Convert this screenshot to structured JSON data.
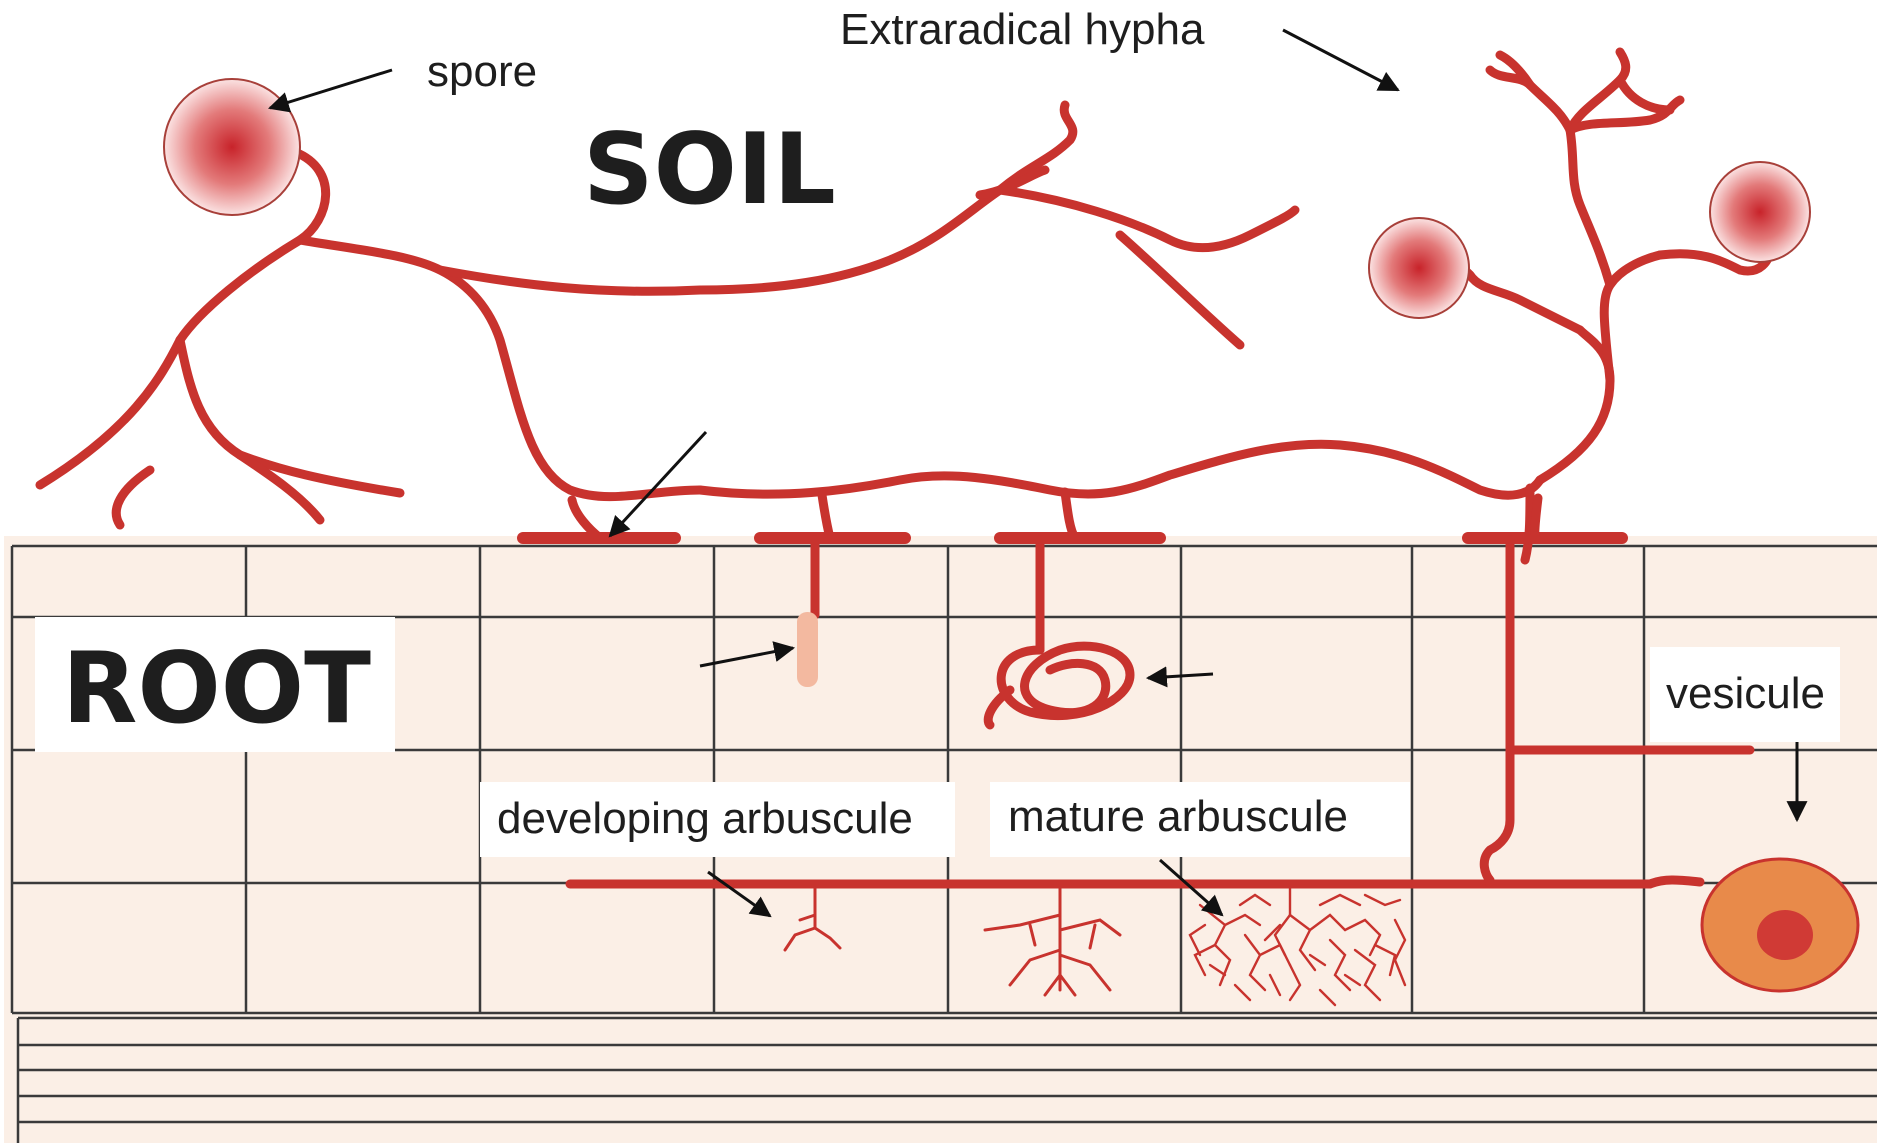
{
  "labels": {
    "soil": "SOIL",
    "root": "ROOT",
    "spore": "spore",
    "extraradical_hypha": "Extraradical hypha",
    "vesicule": "vesicule",
    "developing_arbuscule": "developing arbuscule",
    "mature_arbuscule": "mature arbuscule"
  },
  "colors": {
    "hypha": "#c8332e",
    "spore_center": "#c8232a",
    "root_fill": "#fbefe6",
    "cell_wall": "#3a3a3a",
    "vesicle": "#e88a4a",
    "vesicle_nucleus": "#d03a35",
    "appressorium_tip": "#f3b9a0"
  }
}
